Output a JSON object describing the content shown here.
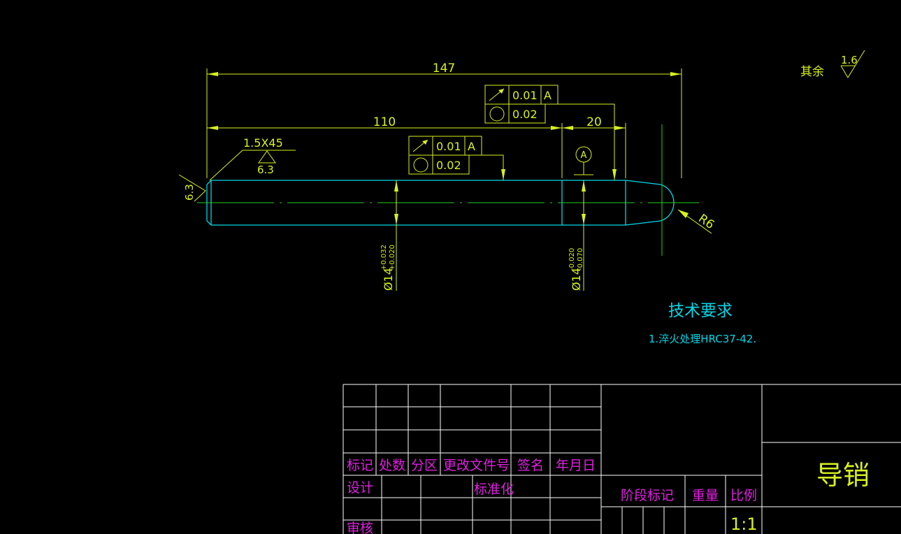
{
  "drawing": {
    "title_label": "技术要求",
    "note_1": "1.淬火处理HRC37-42."
  },
  "dimensions": {
    "overall_length": "147",
    "body_length": "110",
    "tail_length": "20",
    "chamfer": "1.5X45",
    "radius": "R6",
    "dia_left": "Ø14",
    "dia_left_upper": "+0.032",
    "dia_left_lower": "+0.020",
    "dia_right": "Ø14",
    "dia_right_upper": "-0.020",
    "dia_right_lower": "-0.070"
  },
  "roughness": {
    "rest_label": "其余",
    "rest_value": "1.6",
    "chamfer_value": "6.3",
    "end_face_value": "6.3"
  },
  "tolerances": {
    "top": {
      "runout_value": "0.01",
      "datum": "A",
      "circularity_value": "0.02"
    },
    "middle": {
      "runout_value": "0.01",
      "datum": "A",
      "circularity_value": "0.02"
    },
    "datum_label": "A"
  },
  "title_block": {
    "mark": "标记",
    "count": "处数",
    "zone": "分区",
    "change_doc": "更改文件号",
    "signature": "签名",
    "date": "年月日",
    "design": "设计",
    "standardization": "标准化",
    "review": "审核",
    "stage_mark": "阶段标记",
    "weight": "重量",
    "scale": "比例",
    "scale_value": "1:1",
    "part_name": "导销"
  },
  "colors": {
    "background": "#000000",
    "outline": "#00d8e8",
    "dimension": "#d8f020",
    "annotation": "#d8f020",
    "centerline": "#20d020",
    "table_lines": "#ffffff",
    "table_text": "#e020e0",
    "note_text": "#00d8e8"
  }
}
